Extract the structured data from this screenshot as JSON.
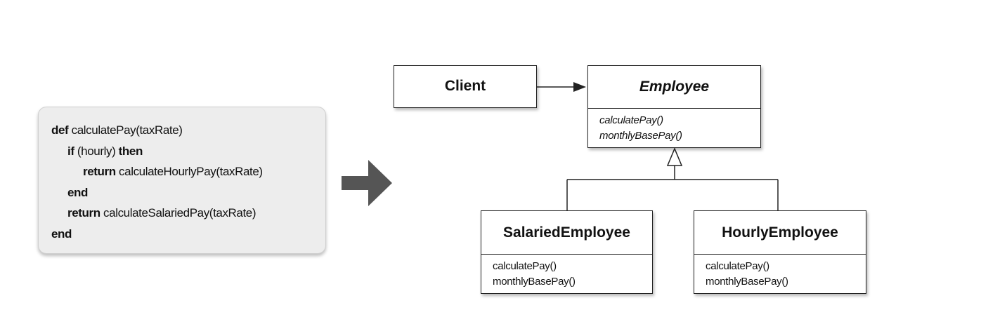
{
  "code": {
    "lines": [
      {
        "kw": "def",
        "text": " calculatePay(taxRate)"
      },
      {
        "kw": "if",
        "text": " (hourly) ",
        "kw2": "then"
      },
      {
        "kw": "return",
        "text": " calculateHourlyPay(taxRate)"
      },
      {
        "kw": "end",
        "text": ""
      },
      {
        "kw": "return",
        "text": " calculateSalariedPay(taxRate)"
      },
      {
        "kw": "end",
        "text": ""
      }
    ]
  },
  "diagram": {
    "client": {
      "name": "Client"
    },
    "employee": {
      "name": "Employee",
      "abstract": true,
      "operations": [
        "calculatePay()",
        "monthlyBasePay()"
      ]
    },
    "salaried": {
      "name": "SalariedEmployee",
      "operations": [
        "calculatePay()",
        "monthlyBasePay()"
      ]
    },
    "hourly": {
      "name": "HourlyEmployee",
      "operations": [
        "calculatePay()",
        "monthlyBasePay()"
      ]
    }
  },
  "colors": {
    "code_background": "#ededed",
    "arrow": "#555555",
    "line": "#222222"
  },
  "icons": {
    "transform_arrow": "right-arrow-icon"
  }
}
